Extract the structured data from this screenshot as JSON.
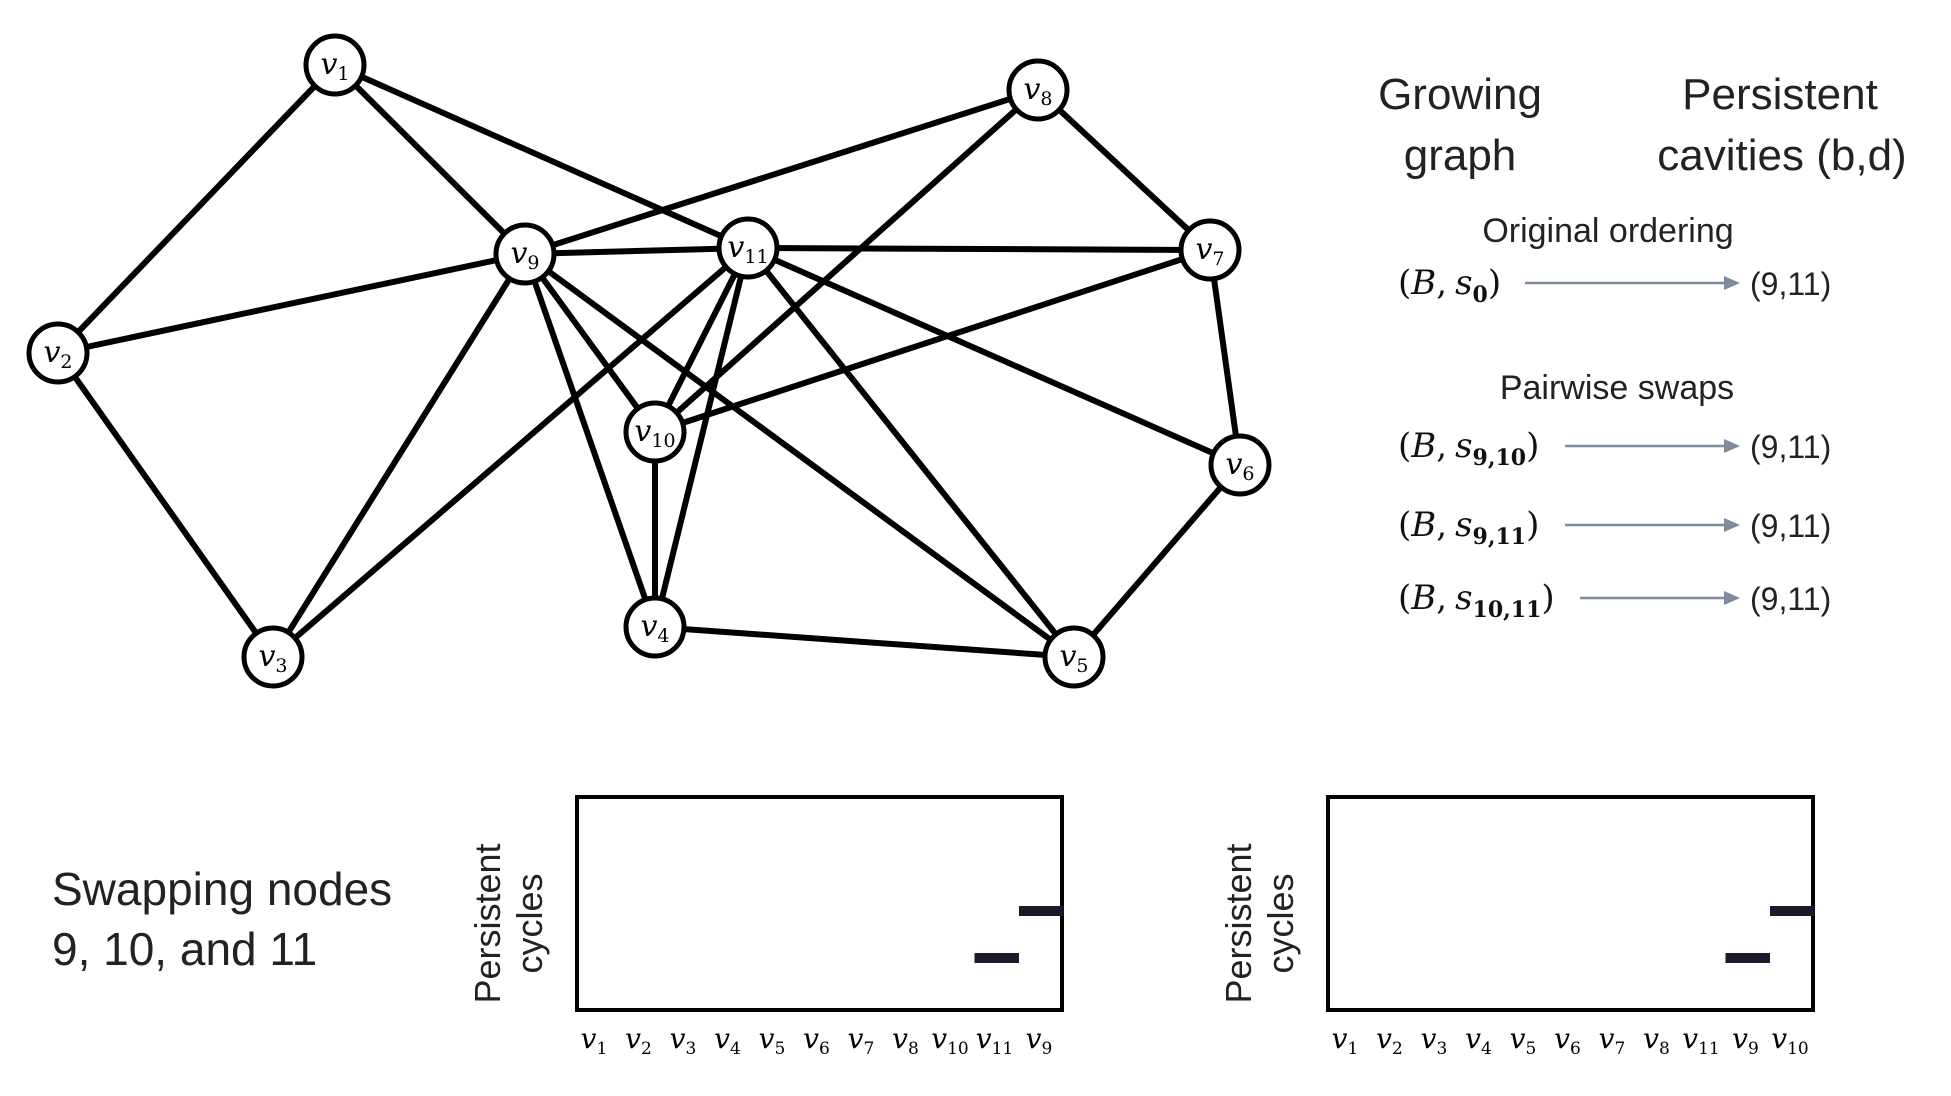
{
  "graph": {
    "nodes": [
      {
        "id": "v1",
        "base": "v",
        "sub": "1"
      },
      {
        "id": "v2",
        "base": "v",
        "sub": "2"
      },
      {
        "id": "v3",
        "base": "v",
        "sub": "3"
      },
      {
        "id": "v4",
        "base": "v",
        "sub": "4"
      },
      {
        "id": "v5",
        "base": "v",
        "sub": "5"
      },
      {
        "id": "v6",
        "base": "v",
        "sub": "6"
      },
      {
        "id": "v7",
        "base": "v",
        "sub": "7"
      },
      {
        "id": "v8",
        "base": "v",
        "sub": "8"
      },
      {
        "id": "v9",
        "base": "v",
        "sub": "9"
      },
      {
        "id": "v10",
        "base": "v",
        "sub": "10"
      },
      {
        "id": "v11",
        "base": "v",
        "sub": "11"
      }
    ],
    "edges": [
      [
        "v1",
        "v2"
      ],
      [
        "v1",
        "v9"
      ],
      [
        "v1",
        "v11"
      ],
      [
        "v2",
        "v9"
      ],
      [
        "v2",
        "v3"
      ],
      [
        "v3",
        "v9"
      ],
      [
        "v3",
        "v11"
      ],
      [
        "v8",
        "v9"
      ],
      [
        "v8",
        "v10"
      ],
      [
        "v8",
        "v7"
      ],
      [
        "v9",
        "v11"
      ],
      [
        "v9",
        "v10"
      ],
      [
        "v9",
        "v4"
      ],
      [
        "v9",
        "v5"
      ],
      [
        "v11",
        "v7"
      ],
      [
        "v11",
        "v10"
      ],
      [
        "v11",
        "v4"
      ],
      [
        "v11",
        "v5"
      ],
      [
        "v11",
        "v6"
      ],
      [
        "v10",
        "v7"
      ],
      [
        "v10",
        "v4"
      ],
      [
        "v7",
        "v6"
      ],
      [
        "v6",
        "v5"
      ],
      [
        "v4",
        "v5"
      ]
    ]
  },
  "header": {
    "col1": [
      "Growing",
      "graph"
    ],
    "col2": [
      "Persistent",
      "cavities (b,d)"
    ]
  },
  "sections": {
    "original_title": "Original ordering",
    "swaps_title": "Pairwise swaps"
  },
  "rows": [
    {
      "lhs_open": "(",
      "B": "B",
      "comma": ",",
      "s": "s",
      "sub": "0",
      "lhs_close": ")",
      "result": "(9,11)"
    },
    {
      "lhs_open": "(",
      "B": "B",
      "comma": ",",
      "s": "s",
      "sub": "9,10",
      "lhs_close": ")",
      "result": "(9,11)"
    },
    {
      "lhs_open": "(",
      "B": "B",
      "comma": ",",
      "s": "s",
      "sub": "9,11",
      "lhs_close": ")",
      "result": "(9,11)"
    },
    {
      "lhs_open": "(",
      "B": "B",
      "comma": ",",
      "s": "s",
      "sub": "10,11",
      "lhs_close": ")",
      "result": "(9,11)"
    }
  ],
  "caption": [
    "Swapping nodes",
    "9, 10, and 11"
  ],
  "panels": [
    {
      "ylabel": [
        "Persistent",
        "cycles"
      ],
      "xticks": [
        {
          "base": "v",
          "sub": "1"
        },
        {
          "base": "v",
          "sub": "2"
        },
        {
          "base": "v",
          "sub": "3"
        },
        {
          "base": "v",
          "sub": "4"
        },
        {
          "base": "v",
          "sub": "5"
        },
        {
          "base": "v",
          "sub": "6"
        },
        {
          "base": "v",
          "sub": "7"
        },
        {
          "base": "v",
          "sub": "8"
        },
        {
          "base": "v",
          "sub": "10"
        },
        {
          "base": "v",
          "sub": "11"
        },
        {
          "base": "v",
          "sub": "9"
        }
      ],
      "bars": [
        {
          "birth": 9,
          "death": 10
        },
        {
          "birth": 10,
          "death": 11
        }
      ]
    },
    {
      "ylabel": [
        "Persistent",
        "cycles"
      ],
      "xticks": [
        {
          "base": "v",
          "sub": "1"
        },
        {
          "base": "v",
          "sub": "2"
        },
        {
          "base": "v",
          "sub": "3"
        },
        {
          "base": "v",
          "sub": "4"
        },
        {
          "base": "v",
          "sub": "5"
        },
        {
          "base": "v",
          "sub": "6"
        },
        {
          "base": "v",
          "sub": "7"
        },
        {
          "base": "v",
          "sub": "8"
        },
        {
          "base": "v",
          "sub": "11"
        },
        {
          "base": "v",
          "sub": "9"
        },
        {
          "base": "v",
          "sub": "10"
        }
      ],
      "bars": [
        {
          "birth": 9,
          "death": 10
        },
        {
          "birth": 10,
          "death": 11
        }
      ]
    }
  ]
}
